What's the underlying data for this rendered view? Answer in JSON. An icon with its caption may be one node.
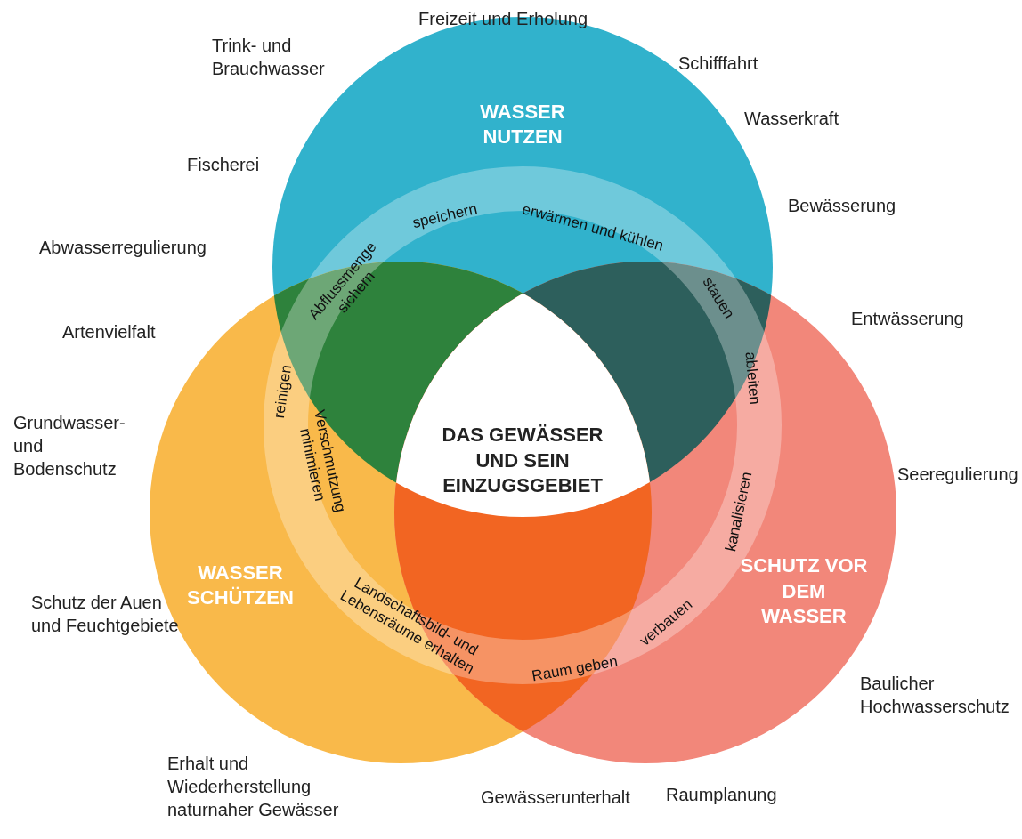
{
  "diagram": {
    "nodes": [
      {
        "text": [
          "WASSER NUTZEN"
        ]
      },
      {
        "text": [
          "WASSER SCHÜTZEN"
        ]
      },
      {
        "text": [
          "SCHUTZ VOR DEM WASSER"
        ]
      },
      {
        "text": [
          "DAS GEWÄSSER UND SEIN EINZUGSGEBIET"
        ]
      }
    ],
    "edges": [],
    "labels": [
      "Freizeit und Erholung",
      "Trink- und Brauchwasser",
      "Schifffahrt",
      "Wasserkraft",
      "Fischerei",
      "Bewässerung",
      "Abwasserregulierung",
      "Entwässerung",
      "Artenvielfalt",
      "Grundwasser- und Bodenschutz",
      "Seeregulierung",
      "Schutz der Auen und Feuchtgebiete",
      "Baulicher Hochwasserschutz",
      "Erhalt und Wiederherstellung naturnaher Gewässer",
      "Gewässerunterhalt",
      "Raumplanung",
      "speichern",
      "erwärmen und kühlen",
      "Abflussmenge sichern",
      "stauen",
      "reinigen",
      "Verschmutzung minimieren",
      "ableiten",
      "kanalisieren",
      "Landschaftsbild- und Lebensräume erhalten",
      "verbauen",
      "Raum geben"
    ]
  }
}
